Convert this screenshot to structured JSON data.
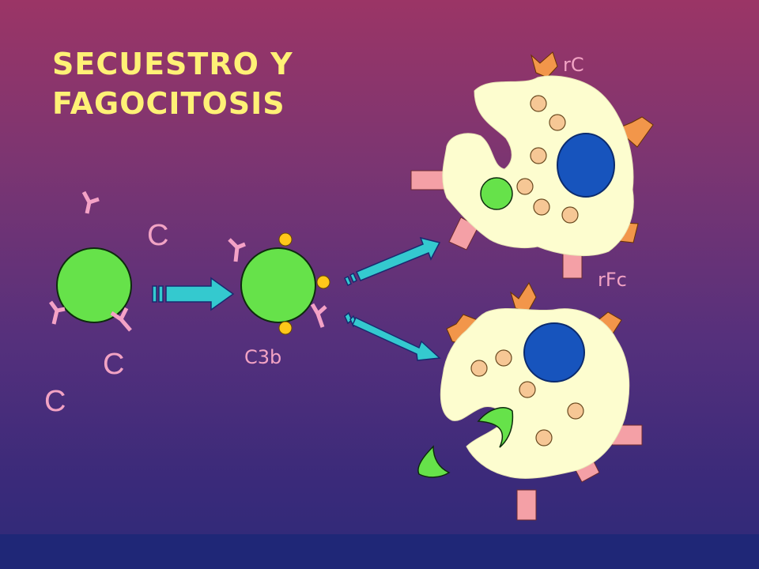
{
  "title": {
    "line1": "SECUESTRO Y",
    "line2": "FAGOCITOSIS"
  },
  "labels": {
    "complement_1": "C",
    "complement_2": "C",
    "complement_3": "C",
    "c3b": "C3b",
    "rc": "rC",
    "rfc": "rFc"
  },
  "colors": {
    "cell": "#66e24a",
    "phagocyte": "#fdfdcf",
    "nucleus": "#1754bd",
    "granule": "#f6c795",
    "complement_receptor": "#f2964a",
    "fc_receptor": "#f4a0a6",
    "arrow": "#34c9cf",
    "c3b_dot": "#ffc71a",
    "antibody": "#f4a2c6"
  }
}
